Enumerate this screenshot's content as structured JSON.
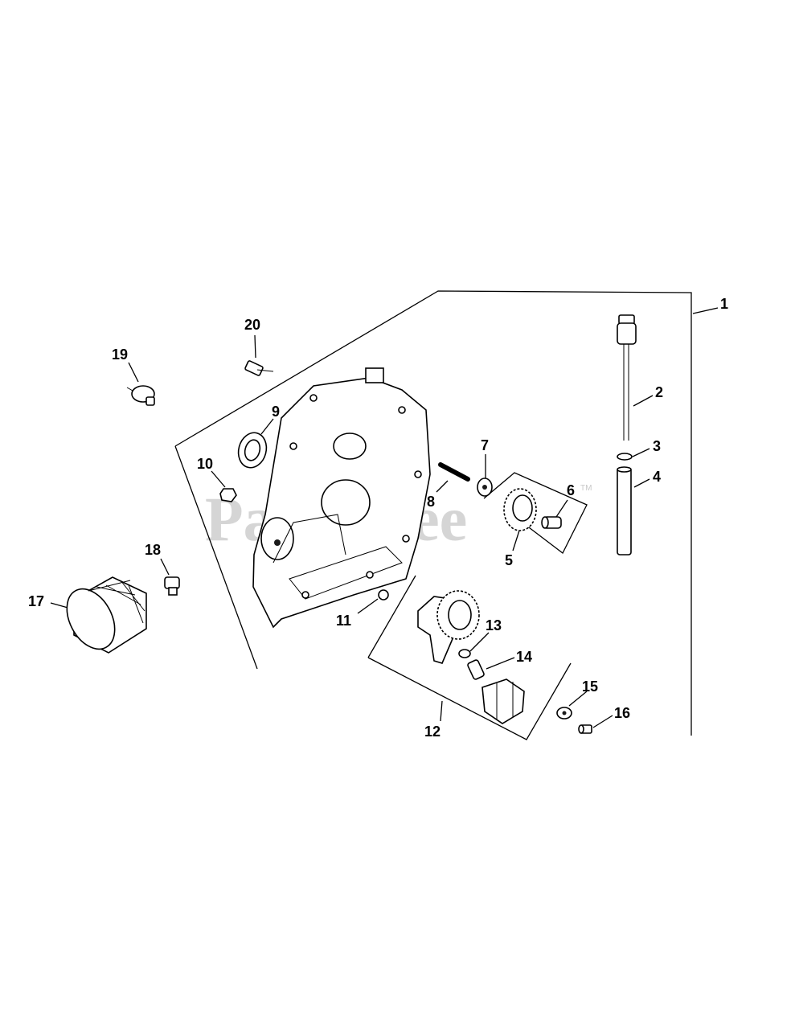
{
  "watermark": {
    "text": "PartsTree",
    "tm": "TM"
  },
  "callouts": [
    "1",
    "2",
    "3",
    "4",
    "5",
    "6",
    "7",
    "8",
    "9",
    "10",
    "11",
    "12",
    "13",
    "14",
    "15",
    "16",
    "17",
    "18",
    "19",
    "20"
  ]
}
